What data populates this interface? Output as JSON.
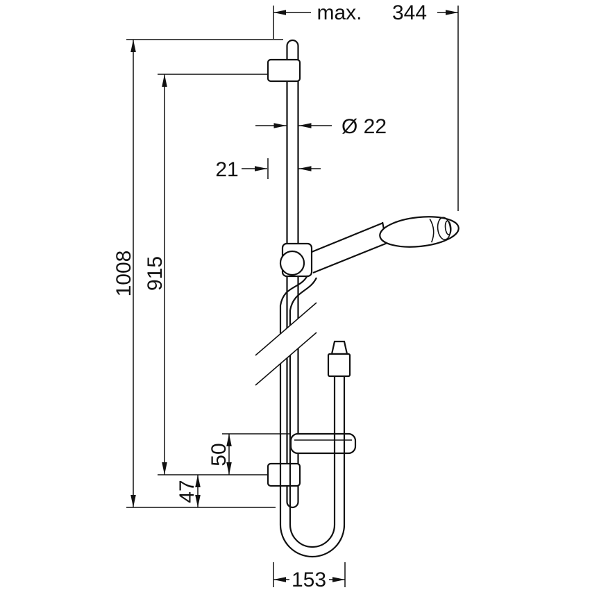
{
  "page": {
    "background_color": "#ffffff",
    "line_color": "#111111"
  },
  "dimensions": {
    "max_width": {
      "prefix": "max.",
      "value": "344"
    },
    "rail_diameter": "Ø 22",
    "wall_offset": "21",
    "total_height": "1008",
    "bar_height": "915",
    "soap_dish_spacing": "50",
    "lower_overhang": "47",
    "hose_loop_width": "153"
  }
}
